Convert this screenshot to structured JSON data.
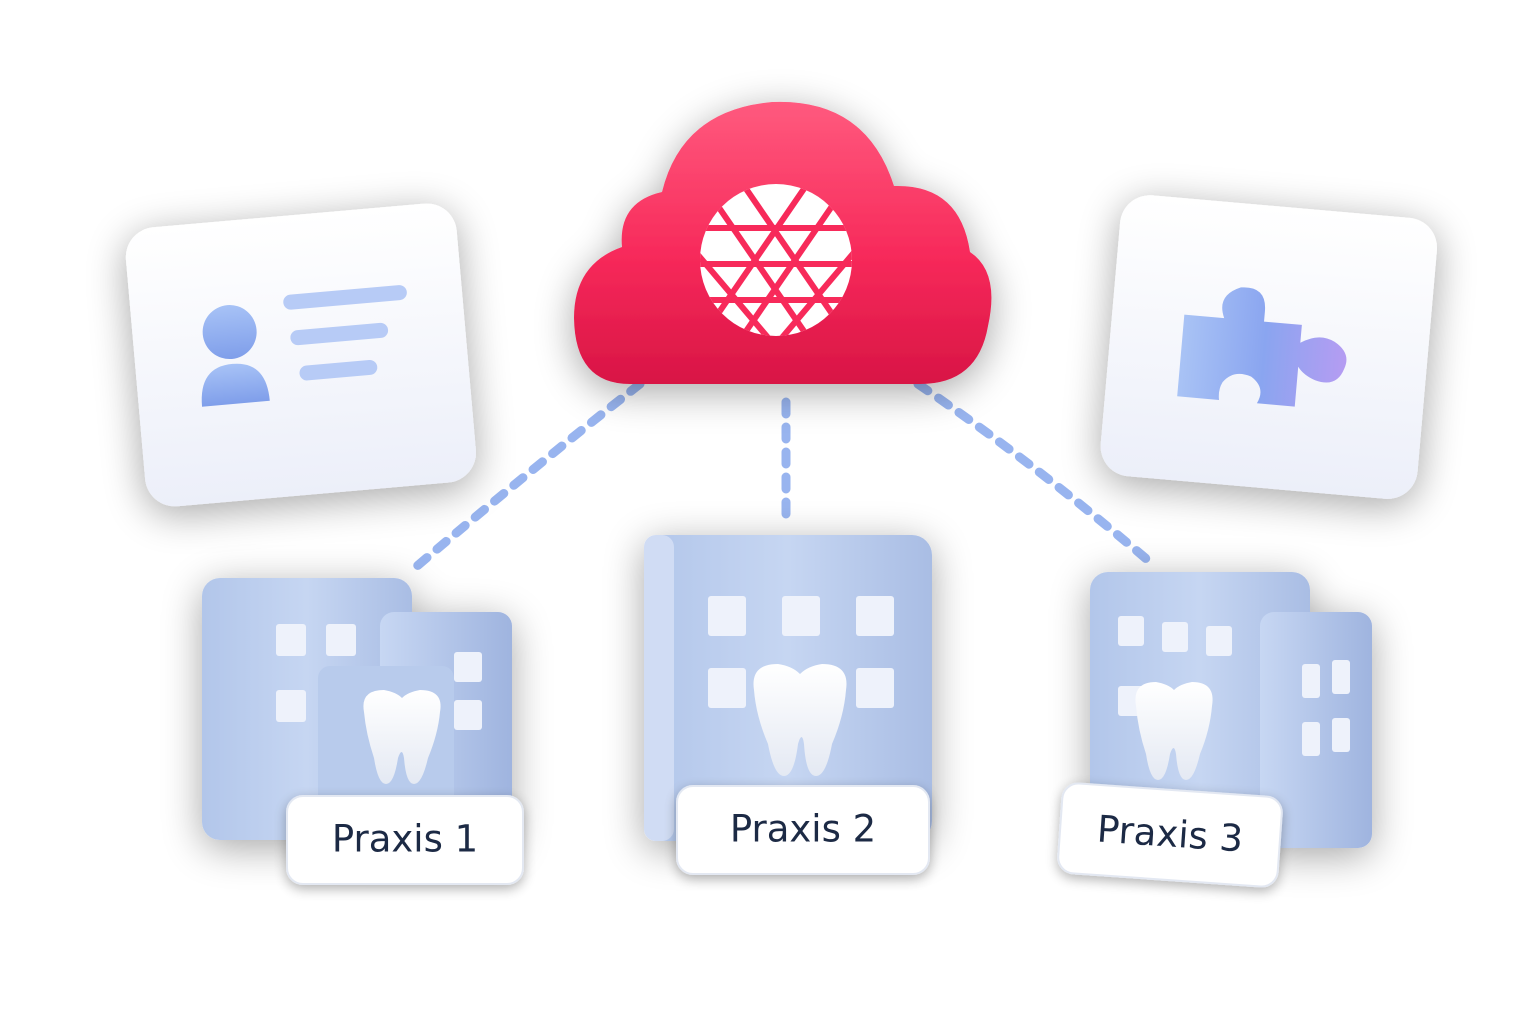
{
  "colors": {
    "cloud": "#f5285a",
    "building": "#bcd0ef",
    "card": "#f6f7fc",
    "connector": "#98b4ef",
    "label_text": "#1e2a44"
  },
  "cloud": {
    "icon": "cloud-with-network-globe-icon"
  },
  "profile_card": {
    "icon": "user-profile-card-icon"
  },
  "integration_card": {
    "icon": "puzzle-piece-icon"
  },
  "practices": [
    {
      "label": "Praxis 1",
      "icon": "dental-building-icon"
    },
    {
      "label": "Praxis 2",
      "icon": "dental-building-icon"
    },
    {
      "label": "Praxis 3",
      "icon": "dental-building-icon"
    }
  ]
}
